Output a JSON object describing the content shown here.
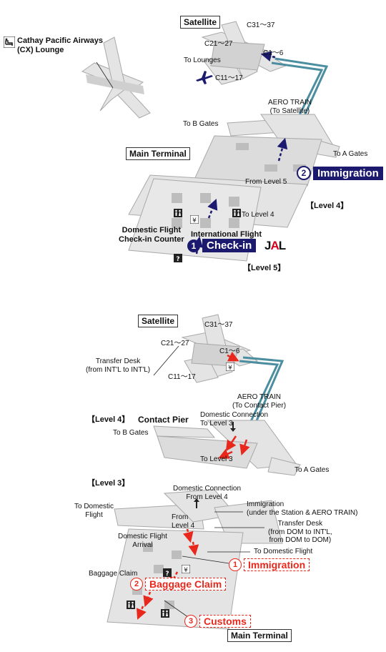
{
  "top": {
    "satellite": "Satellite",
    "gate_c31": "C31〜37",
    "gate_c21": "C21〜27",
    "gate_c1": "C1〜6",
    "gate_c11": "C11〜17",
    "to_lounges": "To Lounges",
    "lounge_line1": "Cathay Pacific Airways",
    "lounge_line2": "(CX) Lounge",
    "aero_train": "AERO TRAIN",
    "aero_train_sub": "(To Satellite)",
    "to_b_gates": "To B Gates",
    "to_a_gates": "To A Gates",
    "main_terminal": "Main Terminal",
    "from_level5": "From Level 5",
    "to_level4": "To Level 4",
    "level4": "【Level 4】",
    "level5": "【Level 5】",
    "domestic_line1": "Domestic Flight",
    "domestic_line2": "Check-in Counter",
    "international_flight": "International Flight",
    "step1_num": "1",
    "step1_text": "Check-in",
    "step2_num": "2",
    "step2_text": "Immigration",
    "jal_left": "J",
    "jal_mid": "A",
    "jal_right": "L"
  },
  "bottom": {
    "satellite": "Satellite",
    "gate_c31": "C31〜37",
    "gate_c21": "C21〜27",
    "gate_c1": "C1〜6",
    "gate_c11": "C11〜17",
    "transfer_line1": "Transfer Desk",
    "transfer_line2": "(from INT'L to INT'L)",
    "aero_train": "AERO TRAIN",
    "aero_train_sub": "(To Contact Pier)",
    "level4": "【Level 4】",
    "contact_pier": "Contact Pier",
    "dom_conn_line1": "Domestic Connection",
    "dom_conn_line2": "To Level 3",
    "to_b_gates": "To B Gates",
    "to_level3": "To Level 3",
    "to_a_gates": "To A Gates",
    "level3": "【Level 3】",
    "dom_conn2_line1": "Domestic Connection",
    "dom_conn2_line2": "From Level 4",
    "to_domestic_line1": "To Domestic",
    "to_domestic_line2": "Flight",
    "immig_line1": "Immigration",
    "immig_line2": "(under the Station & AERO TRAIN)",
    "from_line1": "From",
    "from_line2": "Level 4",
    "transfer2_line1": "Transfer Desk",
    "transfer2_line2": "(from DOM to INT'L,",
    "transfer2_line3": "from DOM to DOM)",
    "arrival_line1": "Domestic Flight",
    "arrival_line2": "Arrival",
    "to_domestic_flight": "To Domestic Flight",
    "baggage_claim": "Baggage Claim",
    "step1_num": "1",
    "step1_text": "Immigration",
    "step2_num": "2",
    "step2_text": "Baggage Claim",
    "step3_num": "3",
    "step3_text": "Customs",
    "main_terminal": "Main Terminal"
  },
  "colors": {
    "navy": "#1b1a6e",
    "red": "#e8281c",
    "train": "#4a8ea0",
    "floor": "#e4e4e4",
    "floor_dark": "#b9b9b9"
  },
  "icons": [
    "lounge-icon",
    "airplane-icon",
    "restroom-icon",
    "currency-exchange-icon",
    "information-icon",
    "walk-arrow-icon"
  ]
}
